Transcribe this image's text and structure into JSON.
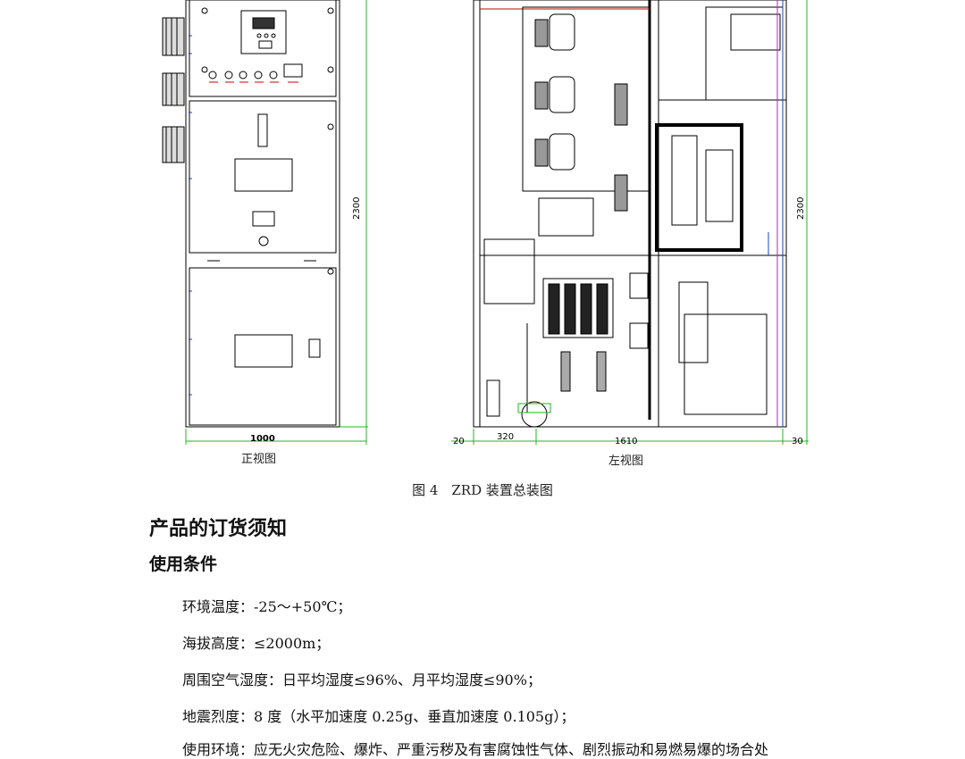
{
  "figure": {
    "front_view_label": "正视图",
    "left_view_label": "左视图",
    "caption": "图 4　ZRD 装置总装图",
    "dims": {
      "front_width": "1000",
      "front_height": "2300",
      "side_height": "2300",
      "side_left_gap": "20",
      "side_sub": "320",
      "side_width": "1610",
      "side_right_gap": "30"
    }
  },
  "section": {
    "title": "产品的订货须知",
    "subtitle": "使用条件",
    "conditions": [
      "环境温度：-25～+50℃；",
      "海拔高度：≤2000m；",
      "周围空气湿度：日平均湿度≤96%、月平均湿度≤90%；",
      "地震烈度：8 度（水平加速度 0.25g、垂直加速度 0.105g）；",
      "使用环境：应无火灾危险、爆炸、严重污秽及有害腐蚀性气体、剧烈振动和易燃易爆的场合处"
    ]
  }
}
